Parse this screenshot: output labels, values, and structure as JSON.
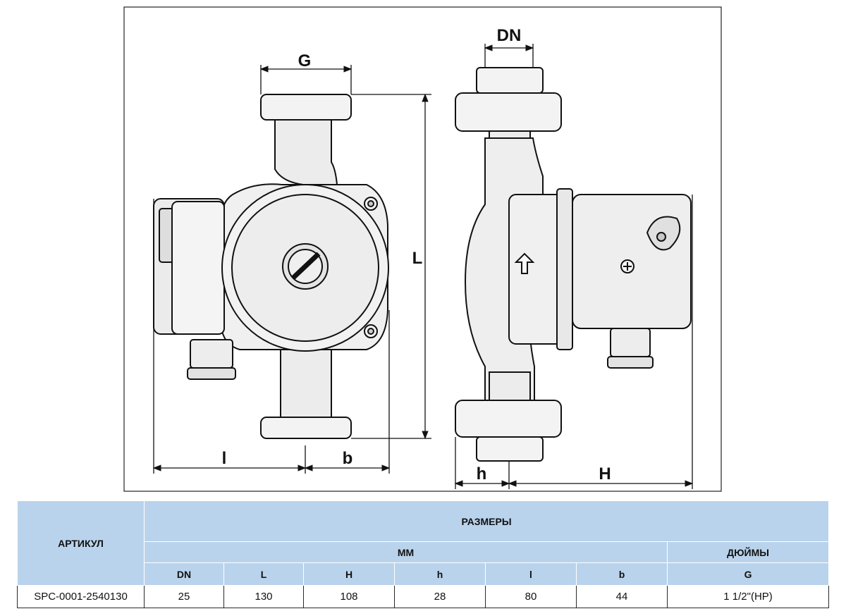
{
  "drawing": {
    "labels": {
      "G": "G",
      "DN": "DN",
      "L": "L",
      "l": "l",
      "b": "b",
      "h": "h",
      "H": "H"
    }
  },
  "table": {
    "article_header": "АРТИКУЛ",
    "dimensions_header": "РАЗМЕРЫ",
    "mm_header": "ММ",
    "inch_header": "ДЮЙМЫ",
    "columns": [
      "DN",
      "L",
      "H",
      "h",
      "l",
      "b",
      "G"
    ],
    "row": {
      "article": "SPC-0001-2540130",
      "values": [
        "25",
        "130",
        "108",
        "28",
        "80",
        "44",
        "1 1/2\"(НР)"
      ]
    }
  }
}
